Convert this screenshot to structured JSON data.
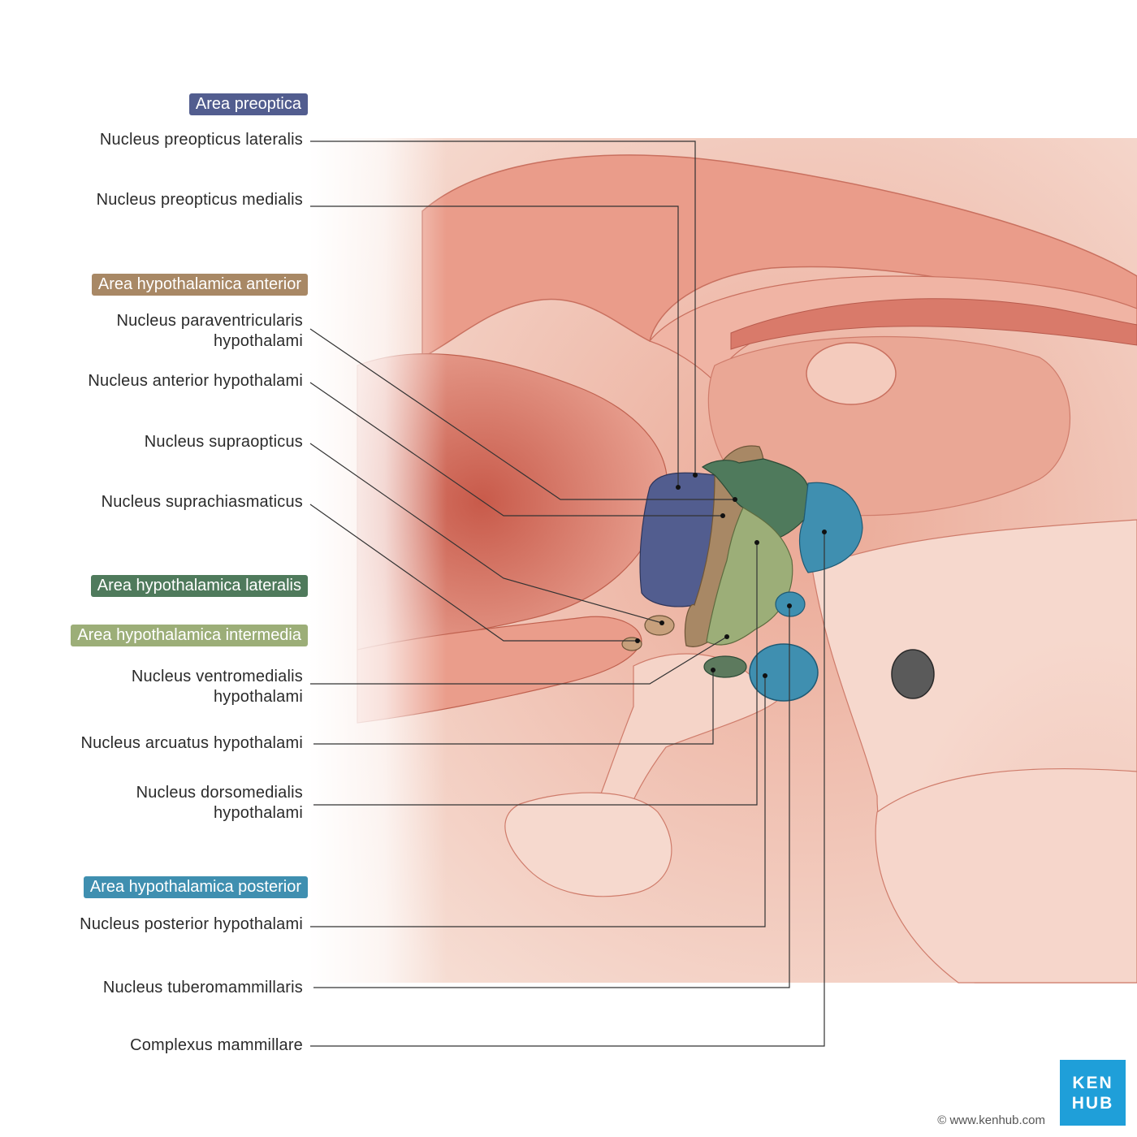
{
  "groups": {
    "preoptica": {
      "label": "Area preoptica",
      "color": "#525d8f"
    },
    "anterior": {
      "label": "Area hypothalamica anterior",
      "color": "#a88865"
    },
    "lateralis": {
      "label": "Area hypothalamica lateralis",
      "color": "#4f7a5c"
    },
    "intermedia": {
      "label": "Area hypothalamica intermedia",
      "color": "#9cae78"
    },
    "posterior": {
      "label": "Area hypothalamica posterior",
      "color": "#3f8fb0"
    }
  },
  "labels": {
    "preopticus_lateralis": "Nucleus preopticus lateralis",
    "preopticus_medialis": "Nucleus preopticus medialis",
    "paraventricularis_1": "Nucleus paraventricularis",
    "paraventricularis_2": "hypothalami",
    "anterior_hypothalami": "Nucleus anterior hypothalami",
    "supraopticus": "Nucleus supraopticus",
    "suprachiasmaticus": "Nucleus suprachiasmaticus",
    "ventromedialis_1": "Nucleus ventromedialis",
    "ventromedialis_2": "hypothalami",
    "arcuatus": "Nucleus arcuatus hypothalami",
    "dorsomedialis_1": "Nucleus dorsomedialis",
    "dorsomedialis_2": "hypothalami",
    "posterior_hypothalami": "Nucleus posterior hypothalami",
    "tuberomammillaris": "Nucleus tuberomammillaris",
    "mammillare": "Complexus mammillare"
  },
  "logo": {
    "line1": "KEN",
    "line2": "HUB",
    "color": "#1f9fd9"
  },
  "copyright": "© www.kenhub.com",
  "watermark": "www.kenhub.com ©",
  "colors": {
    "tissue": "#e8a898",
    "tissue_light": "#f3cfc2",
    "tissue_dark": "#cf6f5f",
    "leader": "#333333"
  }
}
